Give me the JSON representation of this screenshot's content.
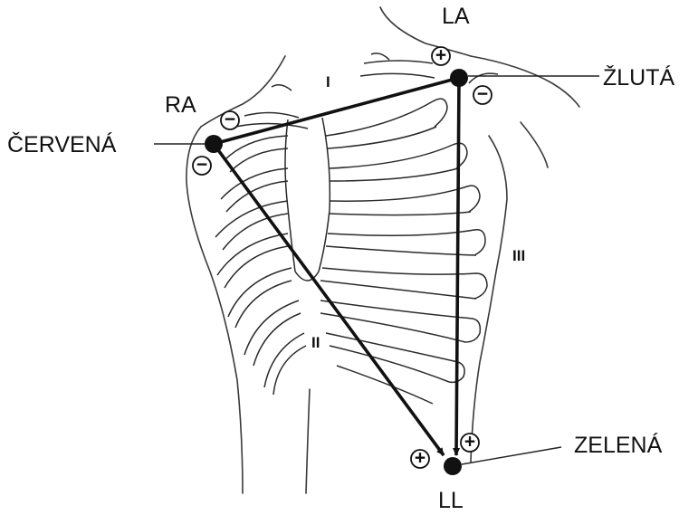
{
  "labels": {
    "ra": "RA",
    "la": "LA",
    "ll": "LL",
    "red": "ČERVENÁ",
    "yellow": "ŽLUTÁ",
    "green": "ZELENÁ"
  },
  "leads": {
    "lead_1": "I",
    "lead_2": "II",
    "lead_3": "III"
  },
  "polarity": {
    "plus": "+",
    "minus": "−"
  },
  "colors": {
    "ink": "#111111",
    "lines": "#3a3a3a",
    "background": "#ffffff"
  }
}
